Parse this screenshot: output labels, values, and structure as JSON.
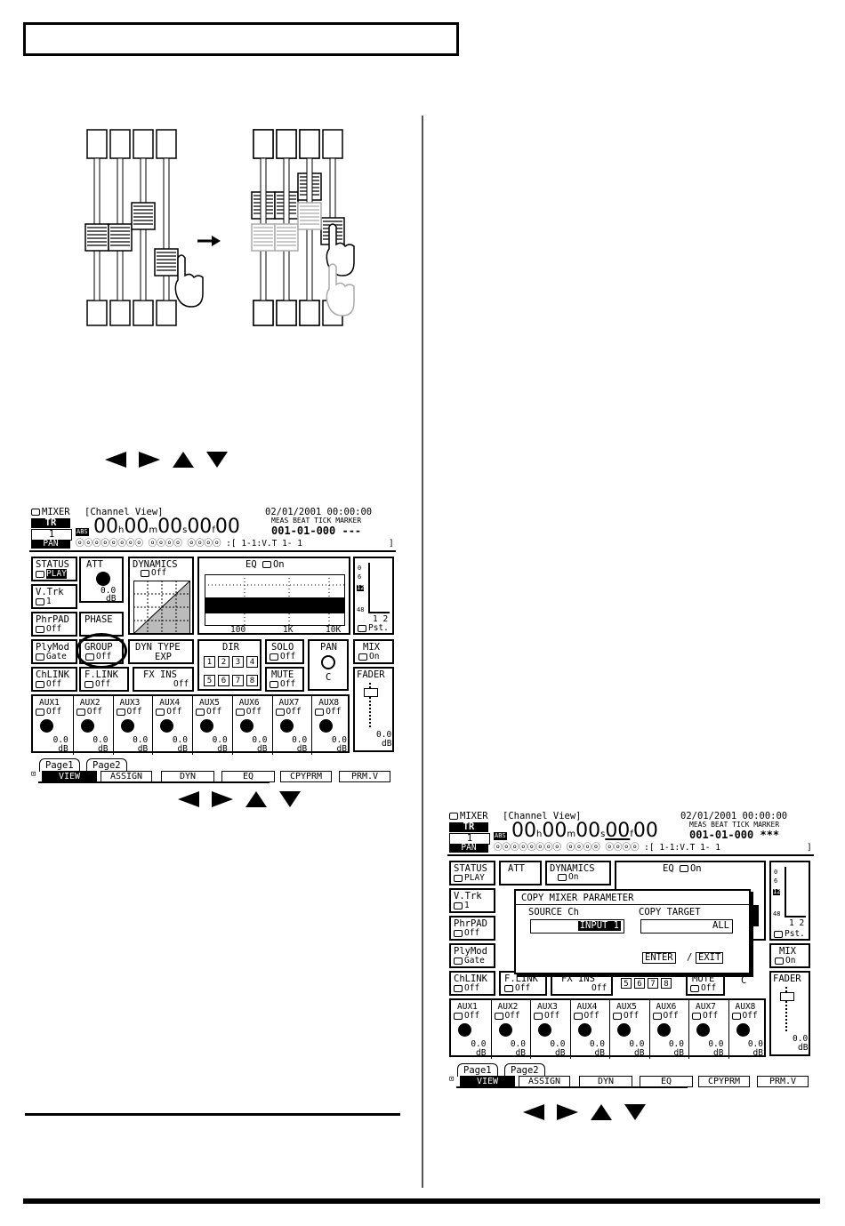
{
  "header_box": {
    "text": ""
  },
  "arrow_keys_1": [
    "left",
    "right",
    "up",
    "down"
  ],
  "arrow_keys_2": [
    "left",
    "right",
    "up",
    "down"
  ],
  "arrow_keys_3": [
    "left",
    "right",
    "up",
    "down"
  ],
  "screen1": {
    "mode": "MIXER",
    "view": "[Channel View]",
    "datetime": "02/01/2001 00:00:00",
    "track_label": "TR",
    "track_num": "1",
    "abs": "ABS",
    "time_h": "00",
    "time_m": "00",
    "time_s": "00",
    "time_f": "00",
    "h": "h",
    "m": "m",
    "s": "s",
    "f": "f",
    "meas_header": "MEAS BEAT TICK MARKER",
    "meas_value": "001-01-000",
    "marker_value": "---",
    "pan_label": "PAN",
    "pan_channels": "1-1:V.T 1- 1",
    "status_label": "STATUS",
    "status_value": "PLAY",
    "att_label": "ATT",
    "att_value": "0.0",
    "att_unit": "dB",
    "dynamics_label": "DYNAMICS",
    "dynamics_value": "Off",
    "eq_label": "EQ",
    "eq_value": "On",
    "eq_x": [
      "100",
      "1K",
      "10K"
    ],
    "meter_vals": [
      "0",
      "6",
      "12",
      "48"
    ],
    "meter_ch": "1 2",
    "pst": "Pst.",
    "vtrk_label": "V.Trk",
    "vtrk_value": "1",
    "phrpad_label": "PhrPAD",
    "phrpad_value": "Off",
    "phase_label": "PHASE",
    "plymod_label": "PlyMod",
    "plymod_value": "Gate",
    "group_label": "GROUP",
    "group_value": "Off",
    "dyn_type_label": "DYN TYPE",
    "dyn_type_value": "EXP",
    "dir_label": "DIR",
    "dir_buttons": [
      "1",
      "2",
      "3",
      "4",
      "5",
      "6",
      "7",
      "8"
    ],
    "solo_label": "SOLO",
    "solo_value": "Off",
    "pan_box_label": "PAN",
    "pan_box_value": "C",
    "mix_label": "MIX",
    "mix_value": "On",
    "chlink_label": "ChLINK",
    "chlink_value": "Off",
    "flink_label": "F.LINK",
    "flink_value": "Off",
    "fxins_label": "FX INS",
    "fxins_value": "Off",
    "mute_label": "MUTE",
    "mute_value": "Off",
    "fader_label": "FADER",
    "fader_value": "0.0",
    "fader_unit": "dB",
    "aux": [
      {
        "label": "AUX1",
        "state": "Off",
        "value": "0.0",
        "unit": "dB"
      },
      {
        "label": "AUX2",
        "state": "Off",
        "value": "0.0",
        "unit": "dB"
      },
      {
        "label": "AUX3",
        "state": "Off",
        "value": "0.0",
        "unit": "dB"
      },
      {
        "label": "AUX4",
        "state": "Off",
        "value": "0.0",
        "unit": "dB"
      },
      {
        "label": "AUX5",
        "state": "Off",
        "value": "0.0",
        "unit": "dB"
      },
      {
        "label": "AUX6",
        "state": "Off",
        "value": "0.0",
        "unit": "dB"
      },
      {
        "label": "AUX7",
        "state": "Off",
        "value": "0.0",
        "unit": "dB"
      },
      {
        "label": "AUX8",
        "state": "Off",
        "value": "0.0",
        "unit": "dB"
      }
    ],
    "tabs": [
      "Page1",
      "Page2"
    ],
    "fbuttons": [
      "VIEW",
      "ASSIGN",
      "DYN",
      "EQ",
      "CPYPRM",
      "PRM.V"
    ]
  },
  "screen2": {
    "mode": "MIXER",
    "view": "[Channel View]",
    "datetime": "02/01/2001 00:00:00",
    "track_label": "TR",
    "track_num": "1",
    "abs": "ABS",
    "time_h": "00",
    "time_m": "00",
    "time_s": "00",
    "time_f": "00",
    "h": "h",
    "m": "m",
    "s": "s",
    "f": "f",
    "meas_header": "MEAS BEAT TICK MARKER",
    "meas_value": "001-01-000",
    "marker_value": "***",
    "pan_label": "PAN",
    "pan_channels": "1-1:V.T 1- 1",
    "status_label": "STATUS",
    "status_value": "PLAY",
    "att_label": "ATT",
    "dynamics_label": "DYNAMICS",
    "dynamics_value": "On",
    "eq_label": "EQ",
    "eq_value": "On",
    "meter_vals": [
      "0",
      "6",
      "12",
      "48"
    ],
    "meter_ch": "1 2",
    "pst": "Pst.",
    "vtrk_label": "V.Trk",
    "vtrk_value": "1",
    "phrpad_label": "PhrPAD",
    "phrpad_value": "Off",
    "plymod_label": "PlyMod",
    "plymod_value": "Gate",
    "mix_label": "MIX",
    "mix_value": "On",
    "chlink_label": "ChLINK",
    "chlink_value": "Off",
    "flink_label": "F.LINK",
    "flink_value": "Off",
    "fxins_label": "FX INS",
    "fxins_value": "Off",
    "dir_partial": [
      "5",
      "6",
      "7",
      "8"
    ],
    "mute_label": "MUTE",
    "mute_value": "Off",
    "pan_box_value": "C",
    "fader_label": "FADER",
    "fader_value": "0.0",
    "fader_unit": "dB",
    "dialog": {
      "title": "COPY MIXER PARAMETER",
      "source_label": "SOURCE Ch",
      "source_value": "INPUT 1",
      "target_label": "COPY TARGET",
      "target_value": "ALL",
      "enter": "ENTER",
      "sep": "/",
      "exit": "EXIT"
    },
    "aux": [
      {
        "label": "AUX1",
        "state": "Off",
        "value": "0.0",
        "unit": "dB"
      },
      {
        "label": "AUX2",
        "state": "Off",
        "value": "0.0",
        "unit": "dB"
      },
      {
        "label": "AUX3",
        "state": "Off",
        "value": "0.0",
        "unit": "dB"
      },
      {
        "label": "AUX4",
        "state": "Off",
        "value": "0.0",
        "unit": "dB"
      },
      {
        "label": "AUX5",
        "state": "Off",
        "value": "0.0",
        "unit": "dB"
      },
      {
        "label": "AUX6",
        "state": "Off",
        "value": "0.0",
        "unit": "dB"
      },
      {
        "label": "AUX7",
        "state": "Off",
        "value": "0.0",
        "unit": "dB"
      },
      {
        "label": "AUX8",
        "state": "Off",
        "value": "0.0",
        "unit": "dB"
      }
    ],
    "tabs": [
      "Page1",
      "Page2"
    ],
    "fbuttons": [
      "VIEW",
      "ASSIGN",
      "DYN",
      "EQ",
      "CPYPRM",
      "PRM.V"
    ]
  }
}
